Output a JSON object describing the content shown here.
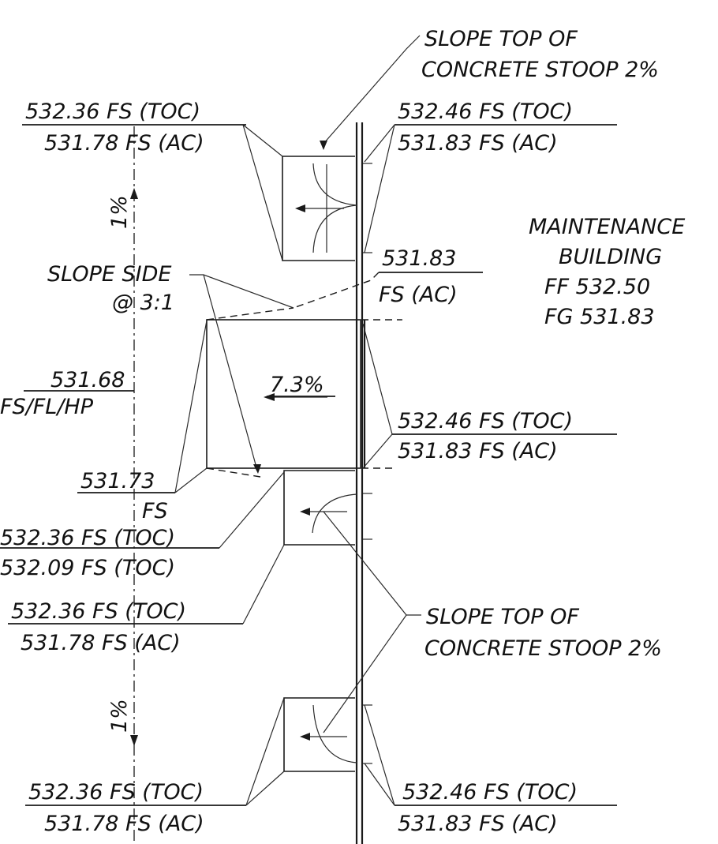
{
  "notes": {
    "stoop_note_top": [
      "SLOPE TOP OF",
      "CONCRETE STOOP 2%"
    ],
    "stoop_note_mid": [
      "SLOPE TOP OF",
      "CONCRETE STOOP 2%"
    ],
    "slope_side": [
      "SLOPE SIDE",
      "@ 3:1"
    ],
    "building": [
      "MAINTENANCE",
      "BUILDING",
      "FF 532.50",
      "FG 531.83"
    ],
    "ramp_slope": "7.3%",
    "cl_slope_top": "1%",
    "cl_slope_bottom": "1%"
  },
  "elevations": {
    "top_left": [
      "532.36 FS (TOC)",
      "531.78 FS (AC)"
    ],
    "top_right": [
      "532.46 FS (TOC)",
      "531.83 FS (AC)"
    ],
    "mid_right_single": [
      "531.83",
      "FS (AC)"
    ],
    "left_hp": [
      "531.68",
      "FS/FL/HP"
    ],
    "ramp_right": [
      "532.46 FS (TOC)",
      "531.83 FS (AC)"
    ],
    "ramp_low": [
      "531.73",
      "FS"
    ],
    "lower_left_a": [
      "532.36 FS (TOC)",
      "532.09 FS (TOC)"
    ],
    "lower_left_b": [
      "532.36 FS (TOC)",
      "531.78 FS (AC)"
    ],
    "bottom_left": [
      "532.36 FS (TOC)",
      "531.78 FS (AC)"
    ],
    "bottom_right": [
      "532.46 FS (TOC)",
      "531.83 FS (AC)"
    ]
  }
}
